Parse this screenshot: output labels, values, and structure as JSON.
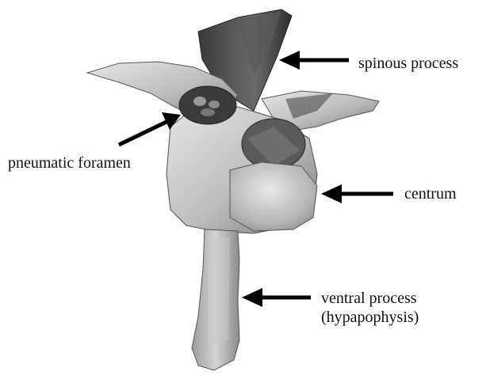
{
  "labels": {
    "spinous_process": "spinous process",
    "pneumatic_foramen": "pneumatic foramen",
    "centrum": "centrum",
    "ventral_process_line1": "ventral process",
    "ventral_process_line2": "(hypapophysis)"
  },
  "colors": {
    "background": "#ffffff",
    "bone_light": "#d9d9d9",
    "bone_mid": "#a9a9a9",
    "bone_dark": "#4a4a4a",
    "arrow": "#000000"
  }
}
